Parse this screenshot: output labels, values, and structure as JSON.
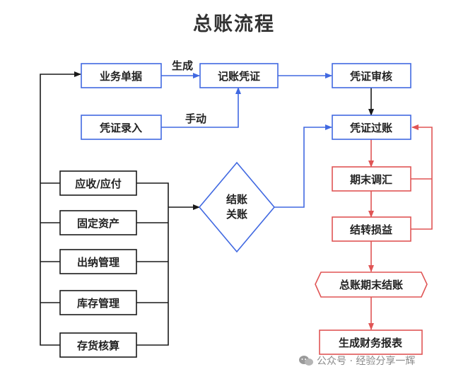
{
  "title": "总账流程",
  "nodes": {
    "business_docs": "业务单据",
    "bookkeeping_voucher": "记账凭证",
    "voucher_review": "凭证审核",
    "voucher_entry": "凭证录入",
    "voucher_posting": "凭证过账",
    "receivable_payable": "应收/应付",
    "fixed_assets": "固定资产",
    "cash_management": "出纳管理",
    "inventory_management": "库存管理",
    "stock_accounting": "存货核算",
    "period_end_adjustment": "期末调汇",
    "transfer_pnl": "结转损益",
    "gl_period_close": "总账期末结账",
    "financial_reports": "生成财务报表",
    "closing_line1": "结账",
    "closing_line2": "关账"
  },
  "edge_labels": {
    "generate": "生成",
    "manual": "手动"
  },
  "watermark": {
    "text": "公众号 · 经验分享一辉",
    "icon": "wechat-icon"
  },
  "colors": {
    "blue": "#4169e1",
    "red": "#e05555",
    "black": "#1a1a1a"
  }
}
